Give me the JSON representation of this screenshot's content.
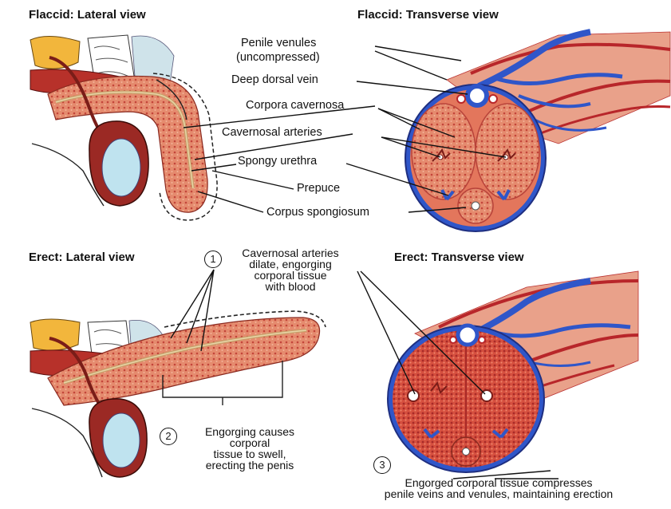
{
  "headings": {
    "flaccid_lateral": "Flaccid: Lateral view",
    "flaccid_transverse": "Flaccid: Transverse view",
    "erect_lateral": "Erect: Lateral view",
    "erect_transverse": "Erect: Transverse view"
  },
  "labels": {
    "penile_venules_1": "Penile venules",
    "penile_venules_2": "(uncompressed)",
    "deep_dorsal_vein": "Deep dorsal vein",
    "corpora_cavernosa": "Corpora cavernosa",
    "cavernosal_arteries": "Cavernosal arteries",
    "spongy_urethra": "Spongy urethra",
    "prepuce": "Prepuce",
    "corpus_spongiosum": "Corpus spongiosum"
  },
  "steps": [
    {
      "number": "1",
      "lines": [
        "Cavernosal arteries",
        "dilate, engorging",
        "corporal tissue",
        "with blood"
      ]
    },
    {
      "number": "2",
      "lines": [
        "Engorging causes",
        "corporal",
        "tissue to swell,",
        "erecting the penis"
      ]
    },
    {
      "number": "3",
      "lines": [
        "Engorged corporal tissue compresses",
        "penile veins and venules, maintaining erection"
      ]
    }
  ],
  "colors": {
    "tissue": "#e88a6c",
    "tissue_dark": "#c9473a",
    "artery": "#b8262a",
    "vein": "#2f56c9",
    "testis": "#bfe3ef",
    "fat": "#f2b63c",
    "skin": "#f6d4c4"
  }
}
